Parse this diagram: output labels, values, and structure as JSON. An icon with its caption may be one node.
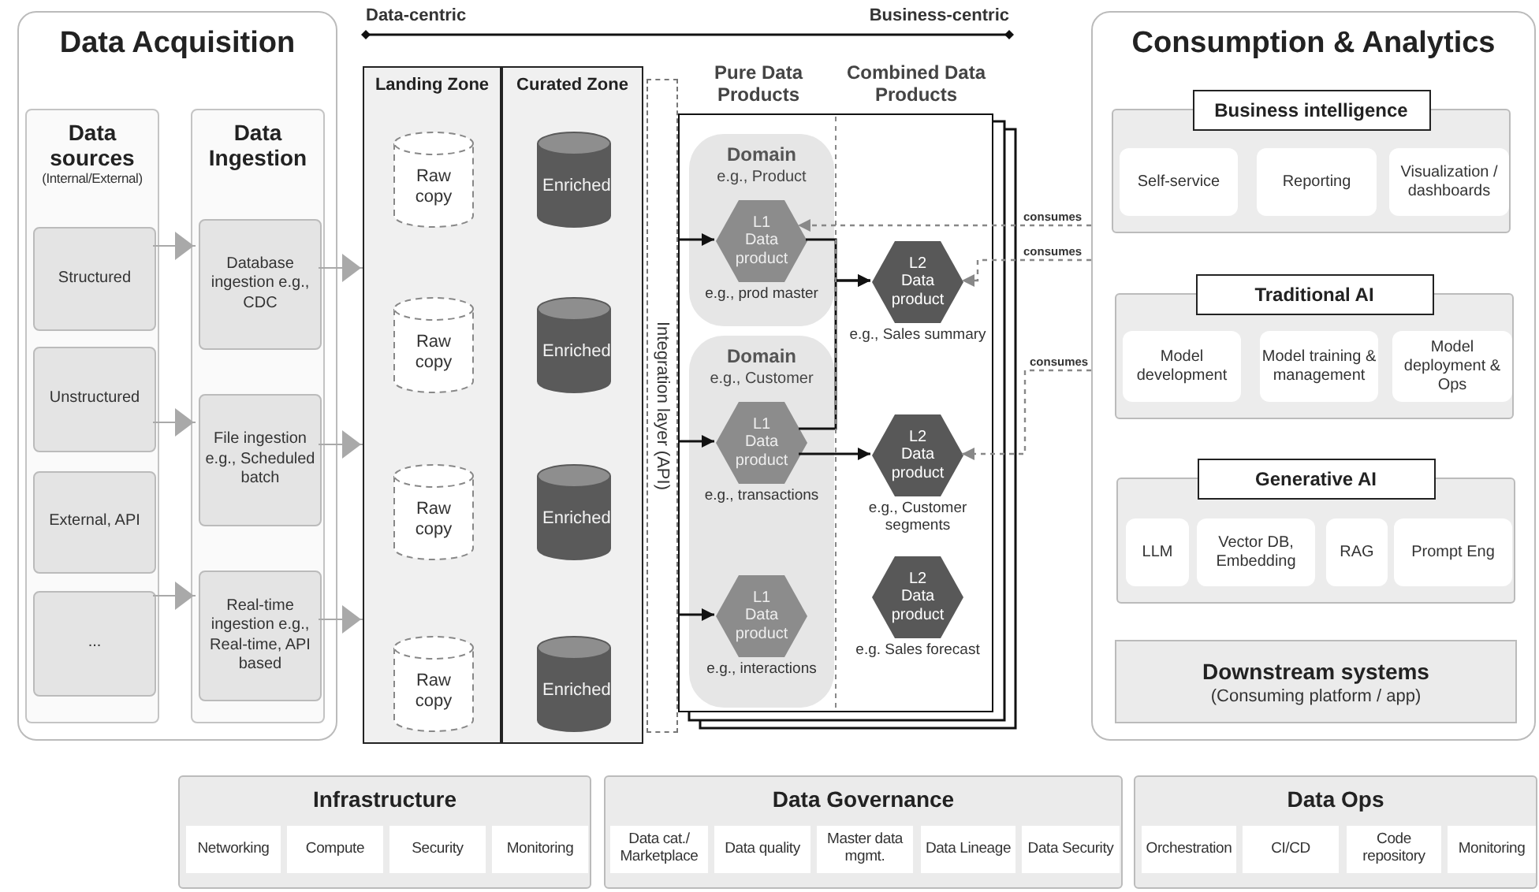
{
  "diagram": {
    "nodes": [
      {
        "text": [
          "Data Acquisition"
        ]
      },
      {
        "text": [
          "Data sources",
          "(Internal/External)"
        ],
        "in": 0
      },
      {
        "text": [
          "Structured"
        ],
        "in": 1
      },
      {
        "text": [
          "Unstructured"
        ],
        "in": 1
      },
      {
        "text": [
          "External, API"
        ],
        "in": 1
      },
      {
        "text": [
          "..."
        ],
        "in": 1
      },
      {
        "text": [
          "Data Ingestion"
        ],
        "in": 0
      },
      {
        "text": [
          "Database ingestion e.g., CDC"
        ],
        "in": 6
      },
      {
        "text": [
          "File ingestion e.g., Scheduled batch"
        ],
        "in": 6
      },
      {
        "text": [
          "Real-time ingestion e.g., Real-time, API based"
        ],
        "in": 6
      },
      {
        "text": [
          "Landing Zone"
        ]
      },
      {
        "text": [
          "Raw copy"
        ],
        "in": 10
      },
      {
        "text": [
          "Raw copy"
        ],
        "in": 10
      },
      {
        "text": [
          "Raw copy"
        ],
        "in": 10
      },
      {
        "text": [
          "Raw copy"
        ],
        "in": 10
      },
      {
        "text": [
          "Curated Zone"
        ]
      },
      {
        "text": [
          "Enriched"
        ],
        "in": 15
      },
      {
        "text": [
          "Enriched"
        ],
        "in": 15
      },
      {
        "text": [
          "Enriched"
        ],
        "in": 15
      },
      {
        "text": [
          "Enriched"
        ],
        "in": 15
      },
      {
        "text": [
          "Integration layer (API)"
        ]
      },
      {
        "text": [
          "Pure Data Products",
          "Combined Data Products"
        ]
      },
      {
        "text": [
          "Domain",
          "e.g., Product"
        ],
        "in": 21
      },
      {
        "text": [
          "L1 Data product"
        ],
        "in": 22,
        "beside": [
          "e.g., prod master"
        ]
      },
      {
        "text": [
          "Domain",
          "e.g., Customer"
        ],
        "in": 21
      },
      {
        "text": [
          "L1 Data product"
        ],
        "in": 24,
        "beside": [
          "e.g., transactions"
        ]
      },
      {
        "text": [
          "L1 Data product"
        ],
        "in": 24,
        "beside": [
          "e.g., interactions"
        ]
      },
      {
        "text": [
          "L2 Data product"
        ],
        "in": 21,
        "beside": [
          "e.g., Sales summary"
        ]
      },
      {
        "text": [
          "L2 Data product"
        ],
        "in": 21,
        "beside": [
          "e.g., Customer segments"
        ]
      },
      {
        "text": [
          "L2 Data product"
        ],
        "in": 21,
        "beside": [
          "e.g. Sales forecast"
        ]
      },
      {
        "text": [
          "Consumption & Analytics"
        ]
      },
      {
        "text": [
          "Business intelligence"
        ],
        "in": 30
      },
      {
        "text": [
          "Self-service"
        ],
        "in": 31
      },
      {
        "text": [
          "Reporting"
        ],
        "in": 31
      },
      {
        "text": [
          "Visualization / dashboards"
        ],
        "in": 31
      },
      {
        "text": [
          "Traditional AI"
        ],
        "in": 30
      },
      {
        "text": [
          "Model development"
        ],
        "in": 35
      },
      {
        "text": [
          "Model training & management"
        ],
        "in": 35
      },
      {
        "text": [
          "Model deployment & Ops"
        ],
        "in": 35
      },
      {
        "text": [
          "Generative AI"
        ],
        "in": 30
      },
      {
        "text": [
          "LLM"
        ],
        "in": 39
      },
      {
        "text": [
          "Vector DB, Embedding"
        ],
        "in": 39
      },
      {
        "text": [
          "RAG"
        ],
        "in": 39
      },
      {
        "text": [
          "Prompt Eng"
        ],
        "in": 39
      },
      {
        "text": [
          "Downstream systems",
          "(Consuming platform / app)"
        ],
        "in": 30
      },
      {
        "text": [
          "Infrastructure"
        ]
      },
      {
        "text": [
          "Networking"
        ],
        "in": 45
      },
      {
        "text": [
          "Compute"
        ],
        "in": 45
      },
      {
        "text": [
          "Security"
        ],
        "in": 45
      },
      {
        "text": [
          "Monitoring"
        ],
        "in": 45
      },
      {
        "text": [
          "Data Governance"
        ]
      },
      {
        "text": [
          "Data cat./ Marketplace"
        ],
        "in": 50
      },
      {
        "text": [
          "Data quality"
        ],
        "in": 50
      },
      {
        "text": [
          "Master data mgmt."
        ],
        "in": 50
      },
      {
        "text": [
          "Data Lineage"
        ],
        "in": 50
      },
      {
        "text": [
          "Data Security"
        ],
        "in": 50
      },
      {
        "text": [
          "Data Ops"
        ]
      },
      {
        "text": [
          "Orchestration"
        ],
        "in": 56
      },
      {
        "text": [
          "CI/CD"
        ],
        "in": 56
      },
      {
        "text": [
          "Code repository"
        ],
        "in": 56
      },
      {
        "text": [
          "Monitoring"
        ],
        "in": 56
      }
    ],
    "edges": [
      {
        "from": 2,
        "to": 7,
        "arrow": "to",
        "color": "#a9a9a9"
      },
      {
        "from": 3,
        "to": 8,
        "arrow": "to",
        "color": "#a9a9a9"
      },
      {
        "from": 5,
        "to": 9,
        "arrow": "to",
        "color": "#a9a9a9"
      },
      {
        "from": 7,
        "to": 10,
        "arrow": "to",
        "color": "#a9a9a9"
      },
      {
        "from": 8,
        "to": 10,
        "arrow": "to",
        "color": "#a9a9a9"
      },
      {
        "from": 9,
        "to": 10,
        "arrow": "to",
        "color": "#a9a9a9"
      },
      {
        "from": 20,
        "to": 23,
        "arrow": "to",
        "color": "#111111"
      },
      {
        "from": 20,
        "to": 25,
        "arrow": "to",
        "color": "#111111"
      },
      {
        "from": 20,
        "to": 26,
        "arrow": "to",
        "color": "#111111"
      },
      {
        "from": 23,
        "to": 27,
        "arrow": "to",
        "color": "#111111"
      },
      {
        "from": 25,
        "to": 27,
        "arrow": "to",
        "color": "#111111"
      },
      {
        "from": 25,
        "to": 28,
        "arrow": "to",
        "color": "#111111"
      },
      {
        "from": 30,
        "to": 23,
        "arrow": "to",
        "label": "consumes",
        "style": "dashed",
        "color": "#888888"
      },
      {
        "from": 30,
        "to": 27,
        "arrow": "to",
        "label": "consumes",
        "style": "dashed",
        "color": "#888888"
      },
      {
        "from": 30,
        "to": 28,
        "arrow": "to",
        "label": "consumes",
        "style": "dashed",
        "color": "#888888"
      }
    ],
    "labels": [
      "Data-centric",
      "Business-centric"
    ]
  }
}
